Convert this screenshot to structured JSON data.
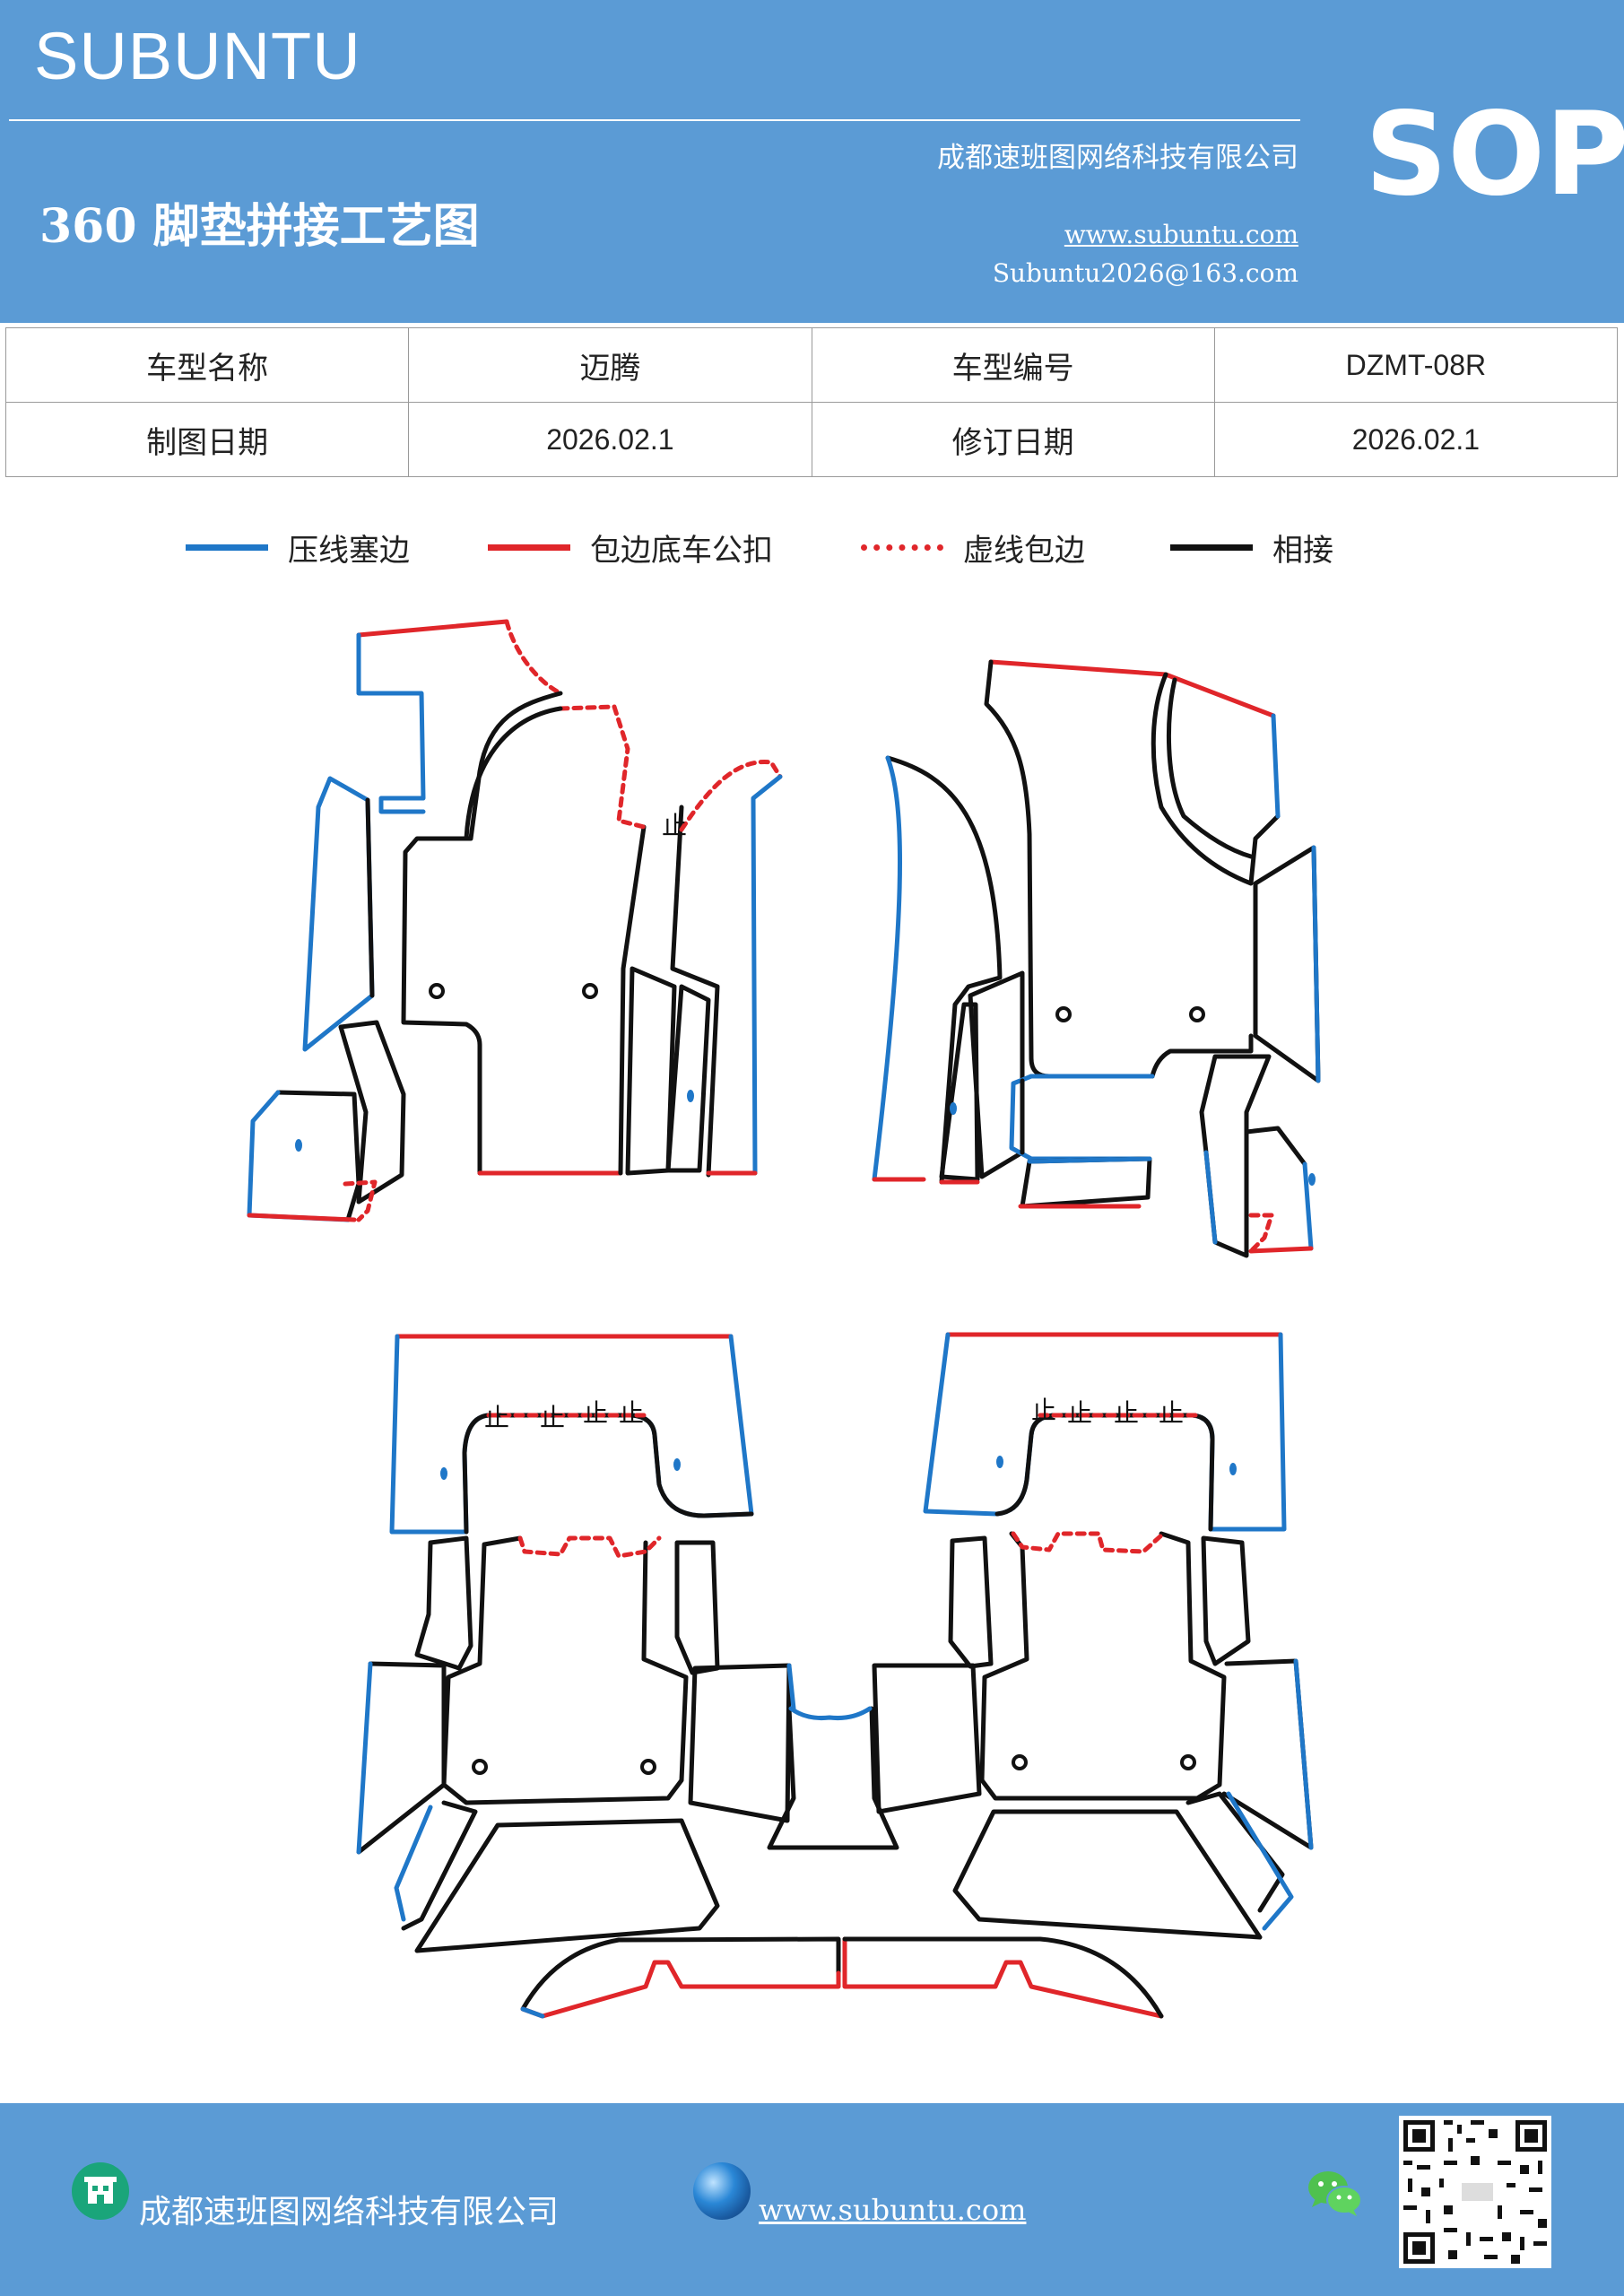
{
  "header": {
    "brand": "SUBUNTU",
    "title": "360 脚垫拼接工艺图",
    "company": "成都速班图网络科技有限公司",
    "website": "www.subuntu.com",
    "email": "Subuntu2026@163.com",
    "badge": "SOP",
    "color": "#5b9bd5"
  },
  "info_table": {
    "rows": [
      [
        "车型名称",
        "迈腾",
        "车型编号",
        "DZMT-08R"
      ],
      [
        "制图日期",
        "2026.02.1",
        "修订日期",
        "2026.02.1"
      ]
    ]
  },
  "legend": [
    {
      "label": "压线塞边",
      "color": "#1f77c8",
      "style": "solid"
    },
    {
      "label": "包边底车公扣",
      "color": "#e0262a",
      "style": "solid"
    },
    {
      "label": "虚线包边",
      "color": "#e0262a",
      "style": "dotted"
    },
    {
      "label": "相接",
      "color": "#111111",
      "style": "solid"
    }
  ],
  "diagram": {
    "stop_mark": "止"
  },
  "footer": {
    "company": "成都速班图网络科技有限公司",
    "website": "www.subuntu.com",
    "icons": [
      "building-icon",
      "globe-icon",
      "wechat-icon",
      "qr-code"
    ]
  }
}
